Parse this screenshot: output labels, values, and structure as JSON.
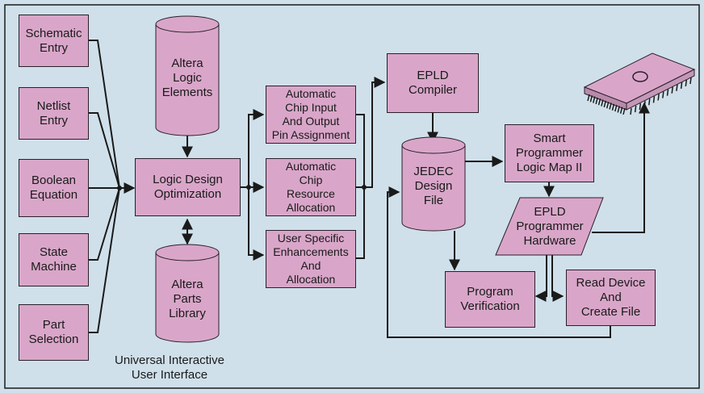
{
  "colors": {
    "background": "#cfe0ea",
    "box_fill": "#d9a6c9",
    "line": "#1a1a1a"
  },
  "inputs": {
    "schematic": "Schematic\nEntry",
    "netlist": "Netlist\nEntry",
    "boolean": "Boolean\nEquation",
    "state": "State\nMachine",
    "part": "Part\nSelection"
  },
  "caption": "Universal Interactive\nUser Interface",
  "elements_db": "Altera\nLogic\nElements",
  "optimization": "Logic Design\nOptimization",
  "parts_db": "Altera\nParts\nLibrary",
  "pin_assignment": "Automatic\nChip Input\nAnd Output\nPin Assignment",
  "resource_allocation": "Automatic\nChip\nResource\nAllocation",
  "user_enhancements": "User Specific\nEnhancements\nAnd\nAllocation",
  "compiler": "EPLD\nCompiler",
  "jedec": "JEDEC\nDesign\nFile",
  "smart_programmer": "Smart\nProgrammer\nLogic Map II",
  "programmer_hw": "EPLD\nProgrammer\nHardware",
  "verification": "Program\nVerification",
  "read_device": "Read Device\nAnd\nCreate File",
  "chip_icon": "epld-chip-icon"
}
